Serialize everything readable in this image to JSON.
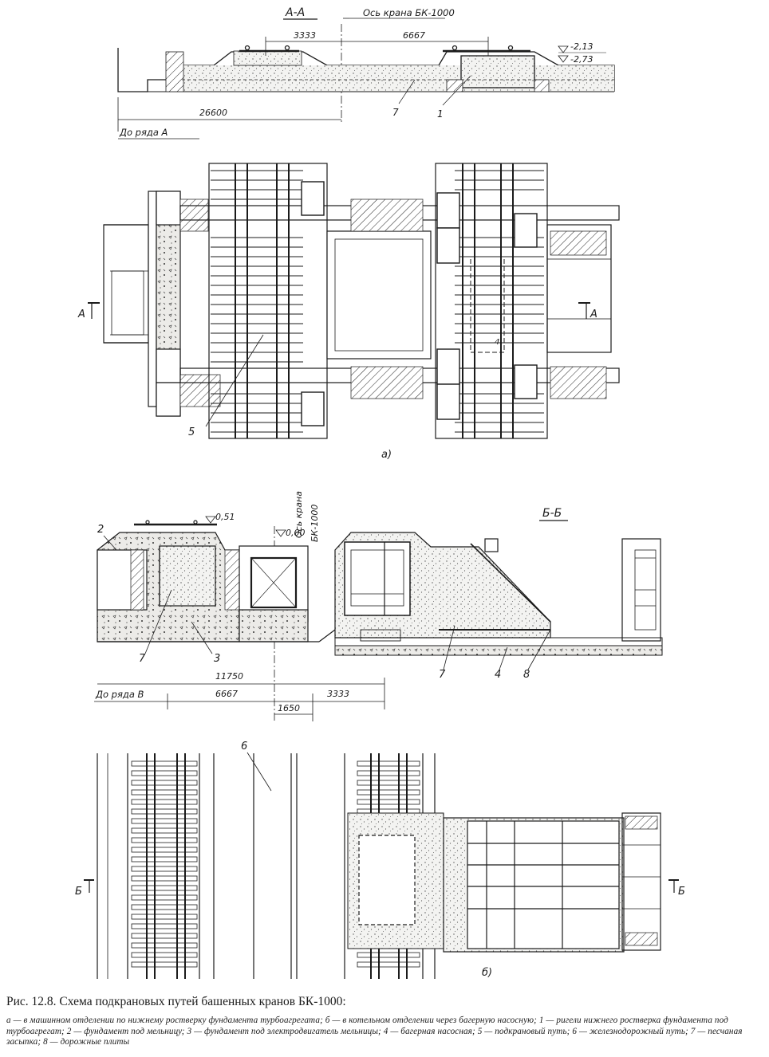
{
  "figure": {
    "caption_title": "Рис. 12.8. Схема подкрановых путей башенных кранов БК-1000:",
    "caption_text": "а — в машинном отделении по нижнему ростверку фундамента турбоагрегата; б — в котельном отделении через багерную насосную; 1 — ригели нижнего ростверка фундамента под турбоагрегат; 2 — фундамент под мельницу; 3 — фундамент под электродвигатель мельницы; 4 — багерная насосная; 5 — подкрановый путь; 6 — железнодорожный путь; 7 — песчаная засыпка; 8 — дорожные плиты"
  },
  "section_aa": {
    "title": "А-А",
    "axis_label": "Ось крана БК-1000",
    "dim_left": "3333",
    "dim_right": "6667",
    "dim_row": "26600",
    "row_label": "До ряда   А",
    "level_1": "-2,13",
    "level_2": "-2,73",
    "callout_7": "7",
    "callout_1": "1"
  },
  "plan_a": {
    "label": "а)",
    "cut_left": "А",
    "cut_right": "А",
    "callout_5": "5",
    "callout_4": "4"
  },
  "section_bb": {
    "title": "Б-Б",
    "axis_label_1": "Ось крана",
    "axis_label_2": "БК-1000",
    "level_1": "0,51",
    "level_2": "0,00",
    "dim_row": "11750",
    "dim_left": "6667",
    "dim_right": "3333",
    "dim_small": "1650",
    "row_label": "До ряда  В",
    "callout_2": "2",
    "callout_7a": "7",
    "callout_3": "3",
    "callout_7b": "7",
    "callout_4": "4",
    "callout_8": "8"
  },
  "plan_b": {
    "label": "б)",
    "cut_left": "Б",
    "cut_right": "Б",
    "callout_6": "6"
  }
}
